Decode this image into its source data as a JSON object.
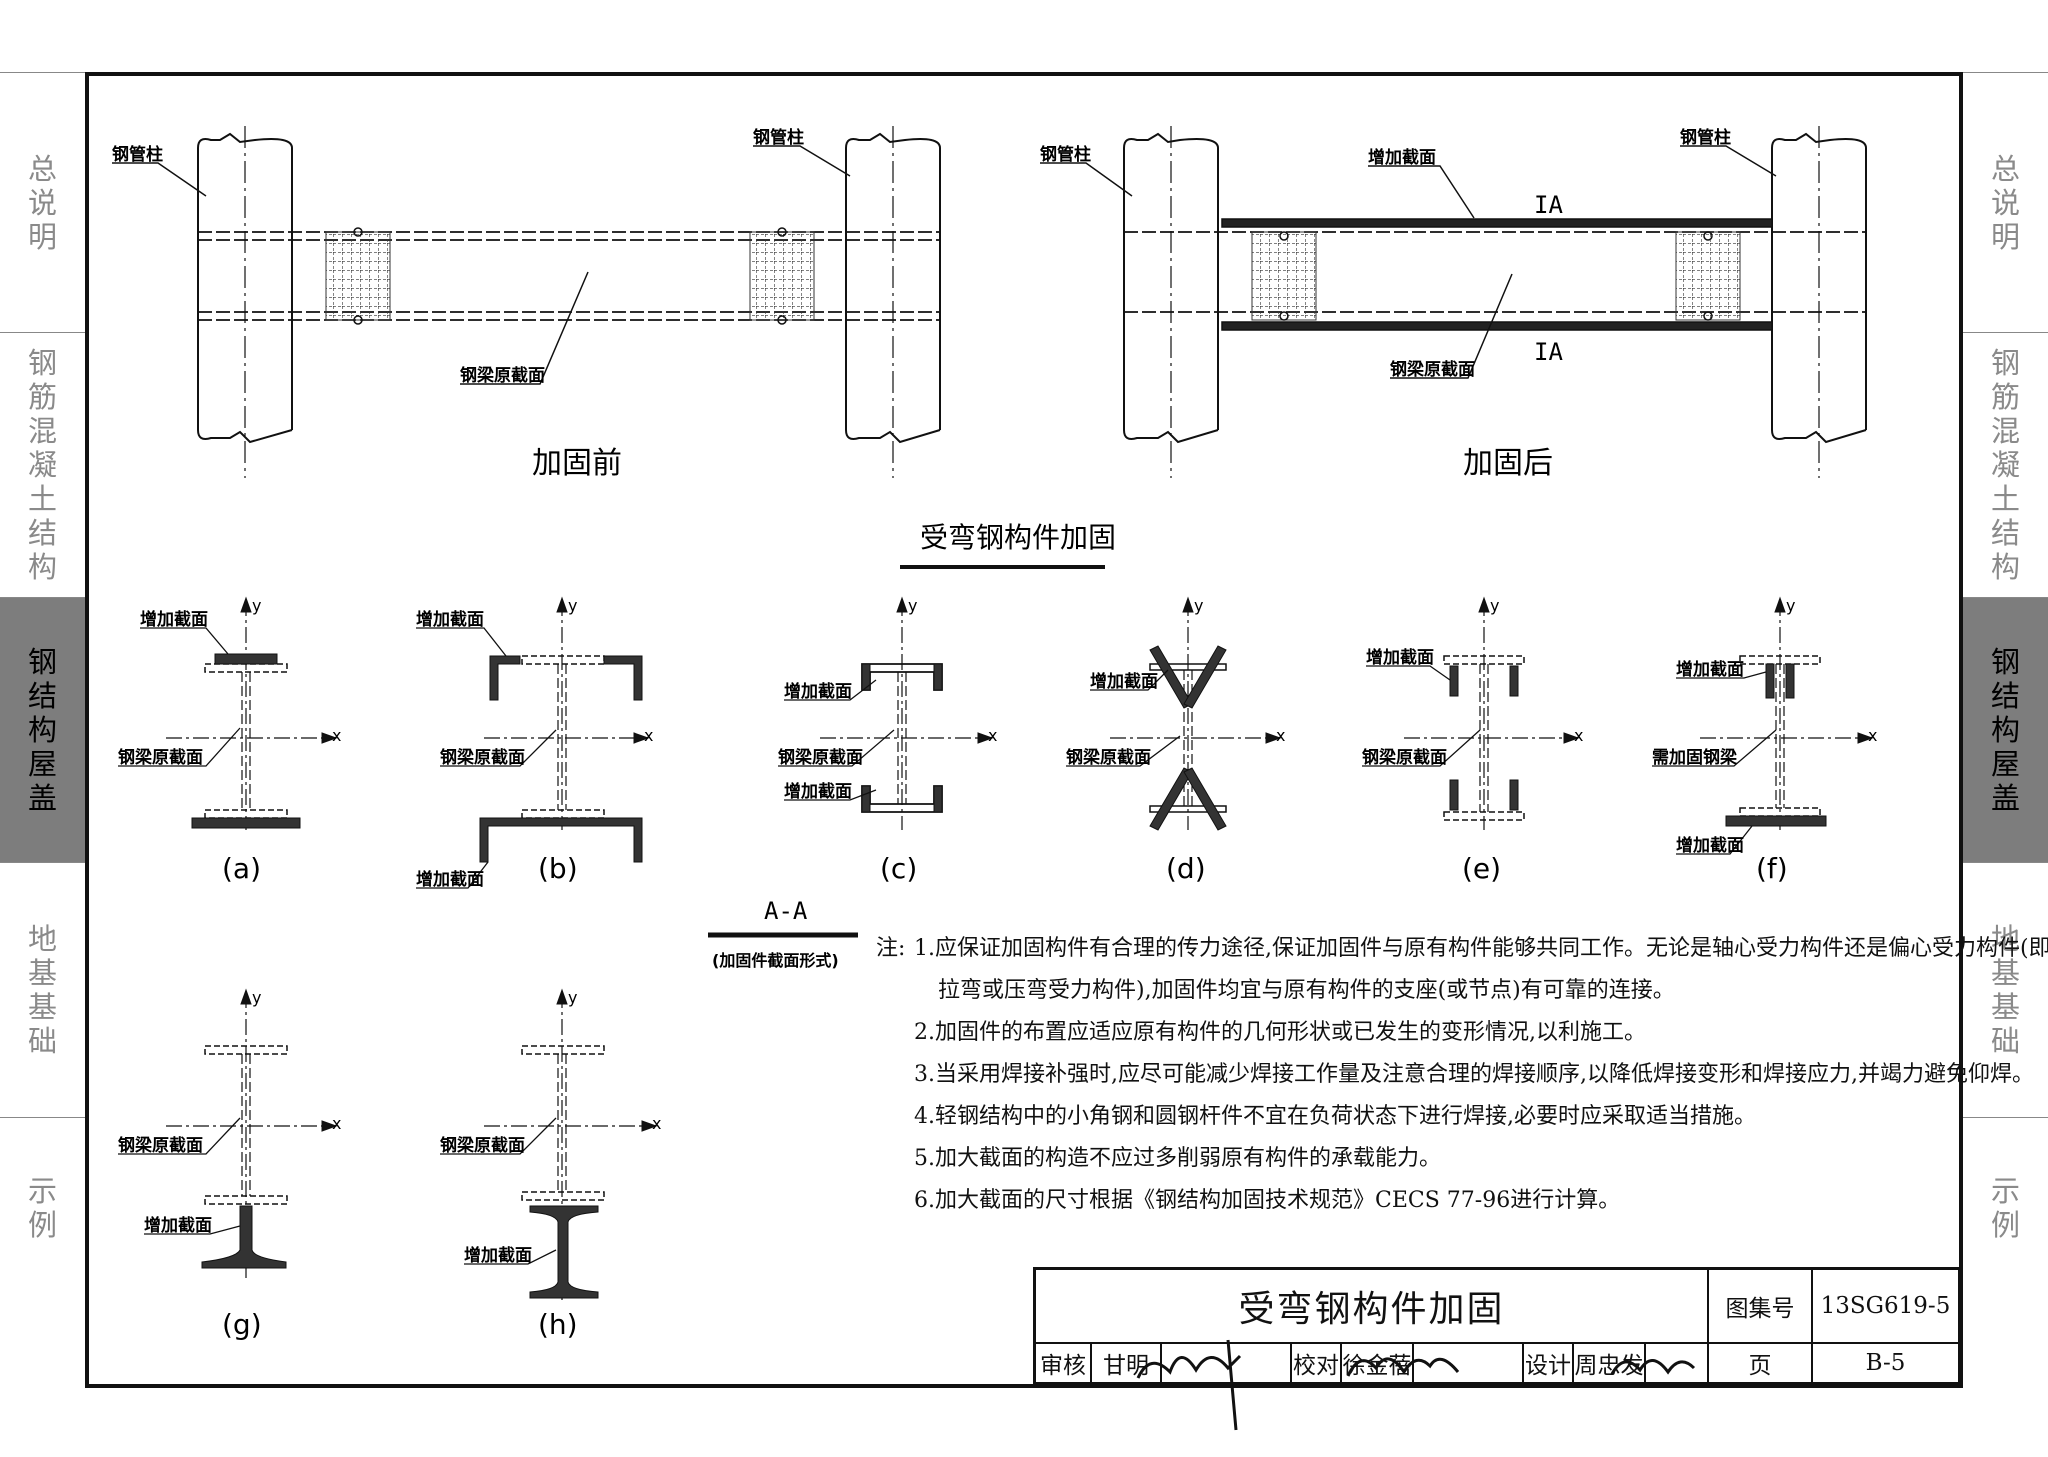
{
  "side_tabs": {
    "left": [
      "总说明",
      "钢筋混凝土结构",
      "钢结构屋盖",
      "地基基础",
      "示例"
    ],
    "right": [
      "总说明",
      "钢筋混凝土结构",
      "钢结构屋盖",
      "地基基础",
      "示例"
    ],
    "active_index": 2
  },
  "plan": {
    "before": {
      "column_label_left": "钢管柱",
      "column_label_right": "钢管柱",
      "beam_label": "钢梁原截面",
      "caption": "加固前"
    },
    "after": {
      "column_label_left": "钢管柱",
      "column_label_right": "钢管柱",
      "added_label": "增加截面",
      "beam_label": "钢梁原截面",
      "section_mark_top": "IA",
      "section_mark_bottom": "IA",
      "caption": "加固后"
    }
  },
  "heading": "受弯钢构件加固",
  "sections": {
    "a": {
      "added": "增加截面",
      "original": "钢梁原截面",
      "label": "(a)"
    },
    "b": {
      "added_top": "增加截面",
      "original": "钢梁原截面",
      "added_bottom": "增加截面",
      "label": "(b)"
    },
    "c": {
      "added_top": "增加截面",
      "original": "钢梁原截面",
      "added_bottom": "增加截面",
      "label": "(c)"
    },
    "d": {
      "added": "增加截面",
      "original": "钢梁原截面",
      "label": "(d)"
    },
    "e": {
      "added": "增加截面",
      "original": "钢梁原截面",
      "label": "(e)"
    },
    "f": {
      "added_top": "增加截面",
      "original": "需加固钢梁",
      "added_bottom": "增加截面",
      "label": "(f)"
    },
    "g": {
      "original": "钢梁原截面",
      "added": "增加截面",
      "label": "(g)"
    },
    "h": {
      "original": "钢梁原截面",
      "added": "增加截面",
      "label": "(h)"
    },
    "axis_x": "x",
    "axis_y": "y"
  },
  "aa": {
    "title": "A-A",
    "subtitle": "(加固件截面形式)"
  },
  "notes": {
    "prefix": "注:",
    "items": [
      "1.应保证加固构件有合理的传力途径,保证加固件与原有构件能够共同工作。无论是轴心受力构件还是偏心受力构件(即",
      "拉弯或压弯受力构件),加固件均宜与原有构件的支座(或节点)有可靠的连接。",
      "2.加固件的布置应适应原有构件的几何形状或已发生的变形情况,以利施工。",
      "3.当采用焊接补强时,应尽可能减少焊接工作量及注意合理的焊接顺序,以降低焊接变形和焊接应力,并竭力避免仰焊。",
      "4.轻钢结构中的小角钢和圆钢杆件不宜在负荷状态下进行焊接,必要时应采取适当措施。",
      "5.加大截面的构造不应过多削弱原有构件的承载能力。",
      "6.加大截面的尺寸根据《钢结构加固技术规范》CECS 77-96进行计算。"
    ]
  },
  "title_block": {
    "title": "受弯钢构件加固",
    "atlas_label": "图集号",
    "atlas_no": "13SG619-5",
    "review_label": "审核",
    "reviewer": "甘明",
    "check_label": "校对",
    "checker": "徐金蓓",
    "design_label": "设计",
    "designer": "周忠发",
    "page_label": "页",
    "page_no": "B-5"
  }
}
